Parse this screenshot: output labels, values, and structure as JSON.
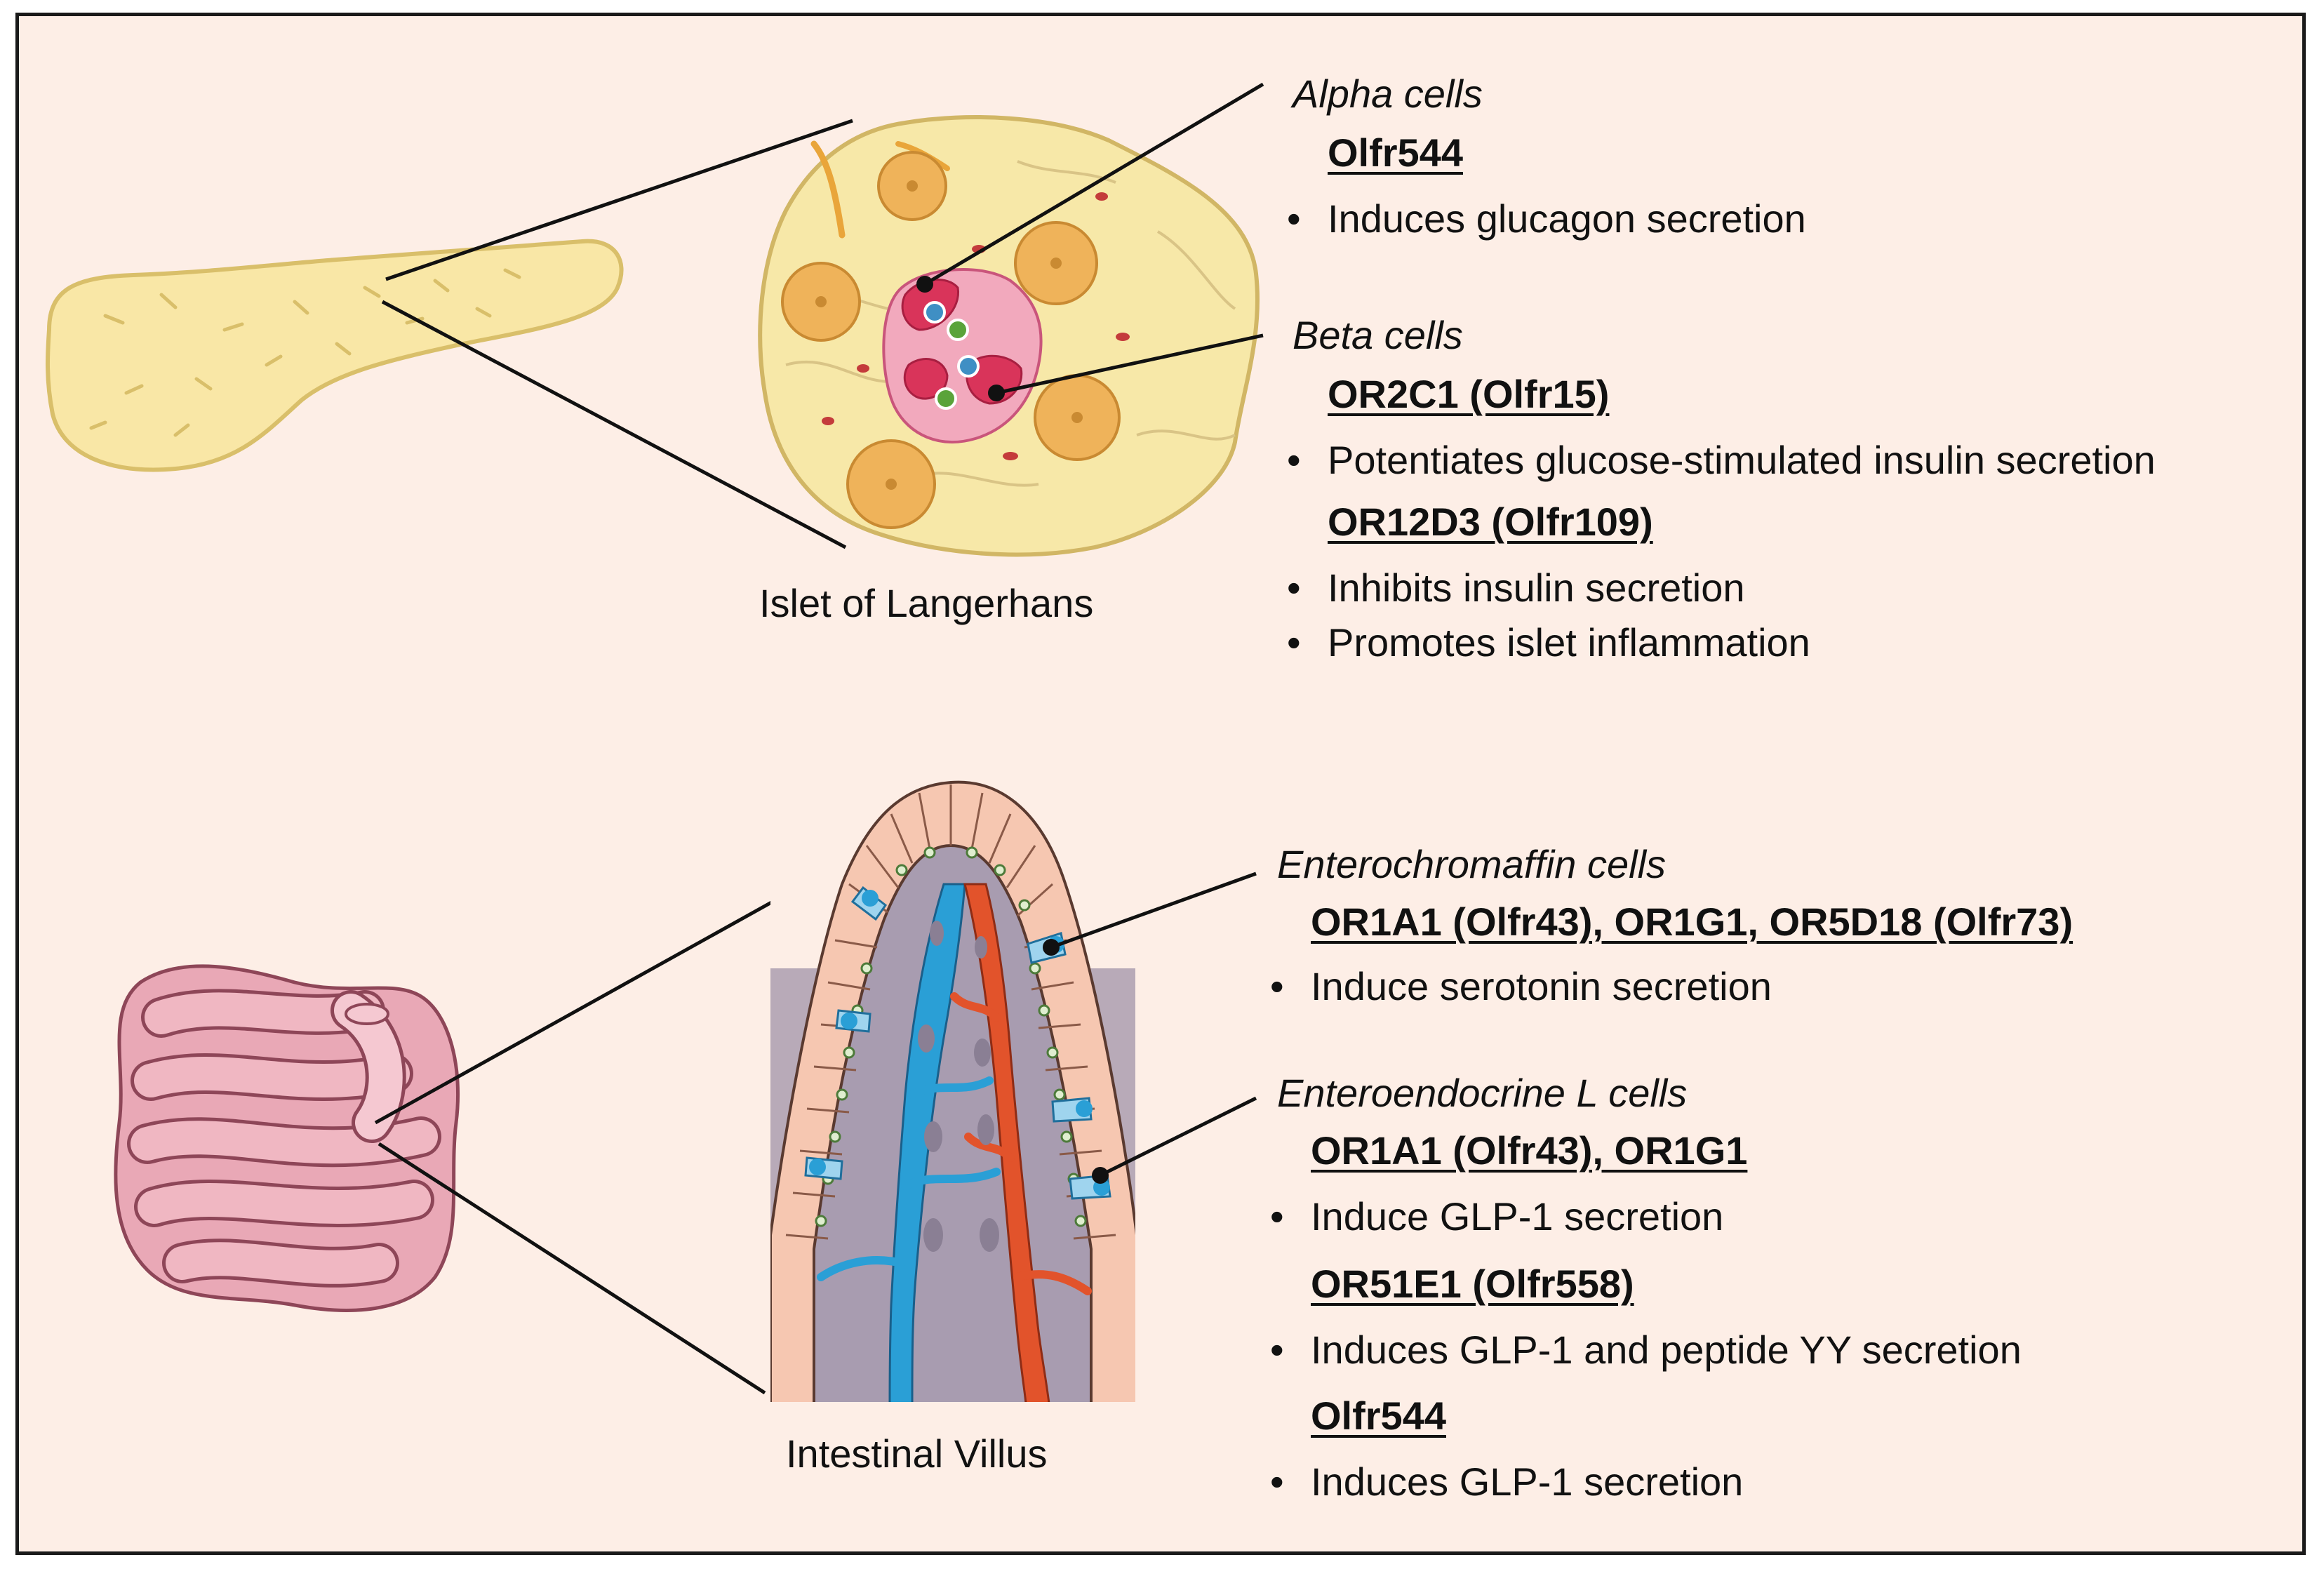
{
  "pancreas": {
    "caption": "Islet of Langerhans",
    "alpha": {
      "title": "Alpha cells",
      "genes": [
        {
          "name": "Olfr544",
          "effects": [
            "Induces glucagon secretion"
          ]
        }
      ]
    },
    "beta": {
      "title": "Beta cells",
      "genes": [
        {
          "name": "OR2C1 (Olfr15)",
          "effects": [
            "Potentiates glucose-stimulated insulin secretion"
          ]
        },
        {
          "name": "OR12D3 (Olfr109)",
          "effects": [
            "Inhibits insulin secretion",
            "Promotes islet inflammation"
          ]
        }
      ]
    }
  },
  "intestine": {
    "caption": "Intestinal Villus",
    "enterochromaffin": {
      "title": "Enterochromaffin cells",
      "genes": [
        {
          "name": "OR1A1 (Olfr43), OR1G1, OR5D18 (Olfr73)",
          "effects": [
            "Induce serotonin secretion"
          ]
        }
      ]
    },
    "enteroendocrine": {
      "title": "Enteroendocrine L cells",
      "genes": [
        {
          "name": "OR1A1 (Olfr43), OR1G1",
          "effects": [
            "Induce GLP-1 secretion"
          ]
        },
        {
          "name": "OR51E1 (Olfr558)",
          "effects": [
            "Induces GLP-1 and peptide YY secretion"
          ]
        },
        {
          "name": "Olfr544",
          "effects": [
            "Induces GLP-1 secretion"
          ]
        }
      ]
    }
  },
  "colors": {
    "background": "#fdeee6",
    "pancreas": "#f9e7a6",
    "alpha_cell": "#d9345a",
    "beta_cell": "#f2a9bd",
    "acinus": "#efb35a",
    "blood_vein": "#2a9fd6",
    "blood_artery": "#e2532b",
    "intestine": "#f0b7c2"
  }
}
